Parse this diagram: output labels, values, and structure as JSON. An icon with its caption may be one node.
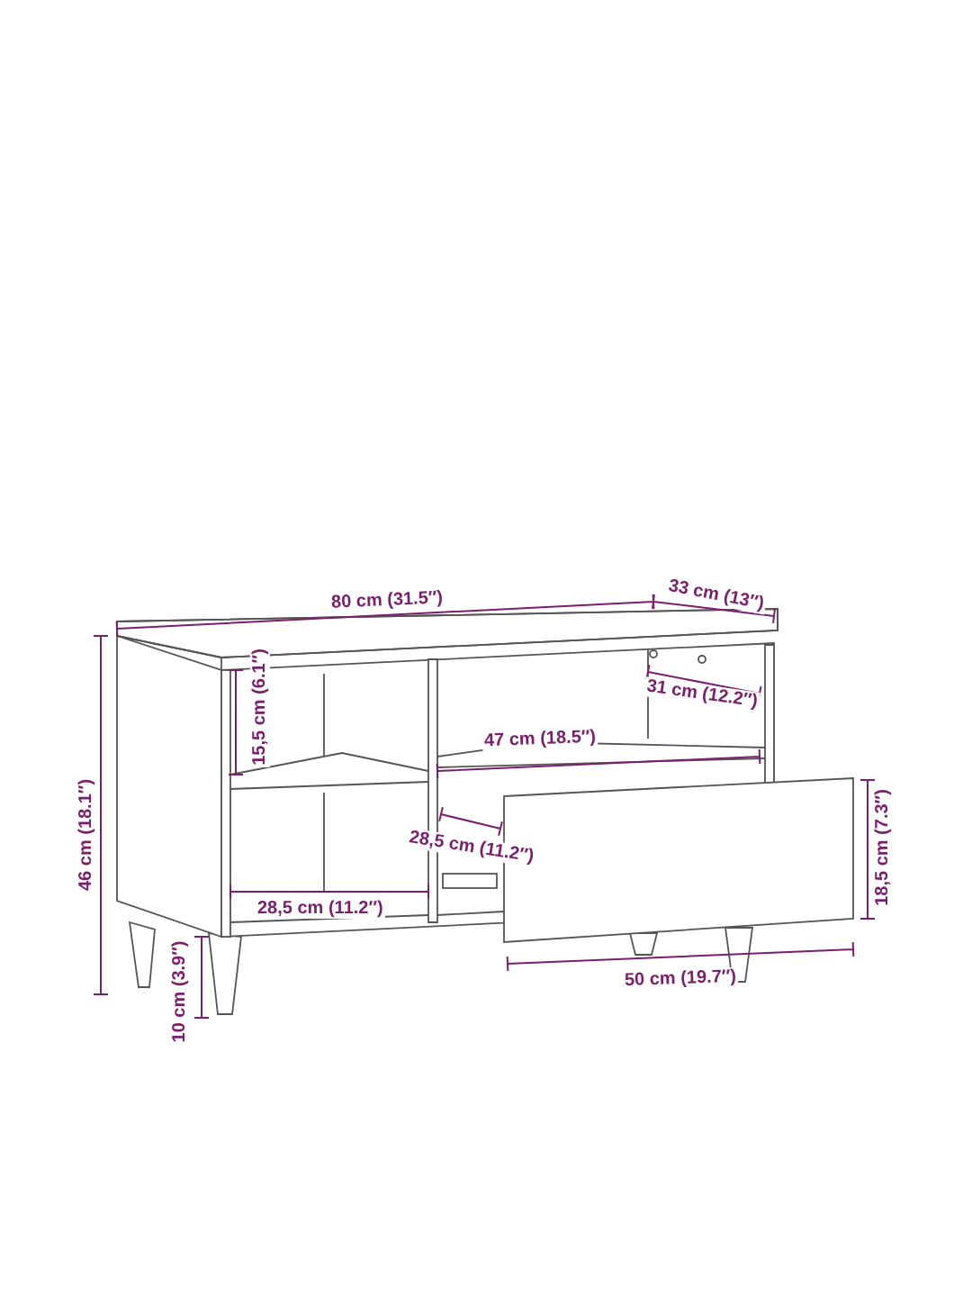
{
  "diagram": {
    "labels": [
      "80 cm (31.5″)",
      "33 cm (13″)",
      "31 cm (12.2″)",
      "46 cm (18.1″)",
      "15,5 cm (6.1″)",
      "47 cm (18.5″)",
      "18,5 cm (7.3″)",
      "28,5 cm (11.2″)",
      "28,5 cm (11.2″)",
      "50 cm (19.7″)",
      "10 cm (3.9″)"
    ]
  }
}
